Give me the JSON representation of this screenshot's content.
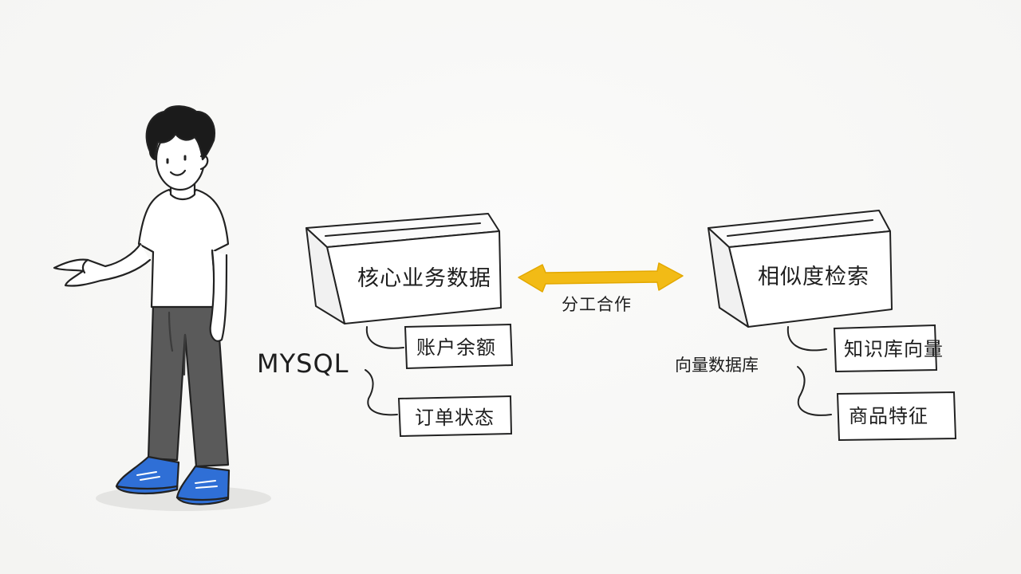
{
  "left": {
    "box_title": "核心业务数据",
    "group_label": "MYSQL",
    "tags": [
      "账户余额",
      "订单状态"
    ]
  },
  "right": {
    "box_title": "相似度检索",
    "group_label": "向量数据库",
    "tags": [
      "知识库向量",
      "商品特征"
    ]
  },
  "connector": {
    "label": "分工合作",
    "color": "#f2bb16"
  },
  "colors": {
    "ink": "#222222",
    "shoe": "#2f6fd6",
    "pants": "#5a5a5a"
  }
}
